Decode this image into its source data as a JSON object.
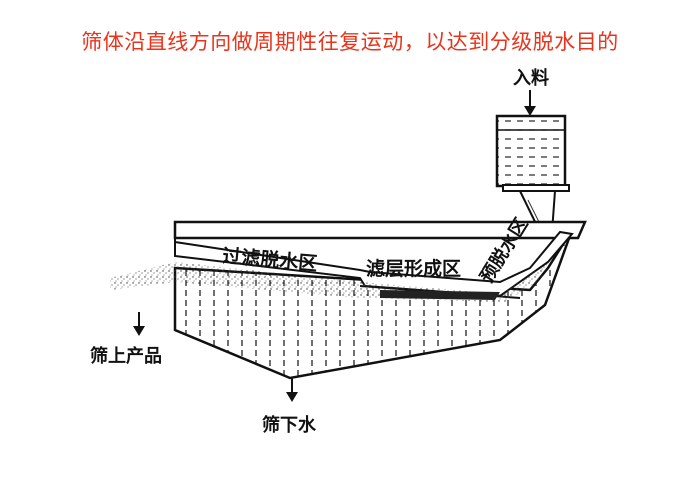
{
  "caption": "筛体沿直线方向做周期性往复运动，以达到分级脱水目的",
  "labels": {
    "feed": "入料",
    "filter_dewater_zone": "过滤脱水区",
    "filter_layer_zone": "滤层形成区",
    "pre_dewater_zone": "预脱水区",
    "oversize_product": "筛上产品",
    "undersize_water": "筛下水"
  },
  "colors": {
    "caption": "#e8341c",
    "ink": "#111111"
  }
}
